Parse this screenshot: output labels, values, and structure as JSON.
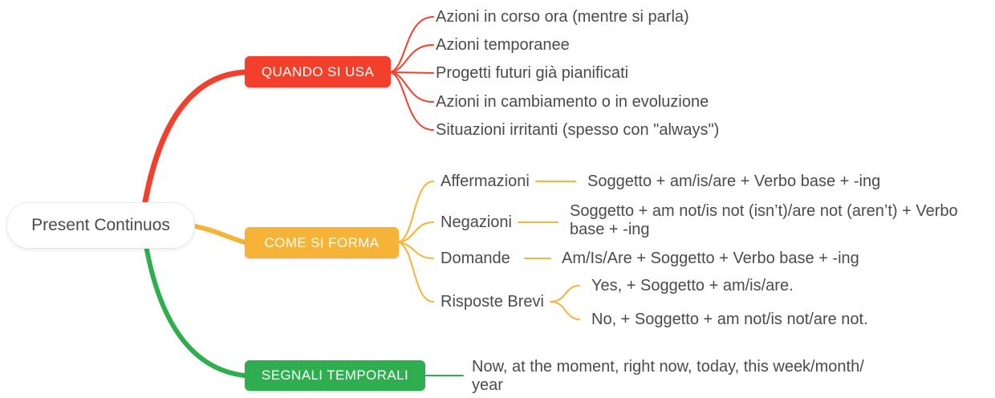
{
  "title": "Present Continuos",
  "colors": {
    "usage_red": "#F2402D",
    "form_orange": "#F5B338",
    "signals_green": "#2EAE4E",
    "leaf_text": "#4B4B4B"
  },
  "branches": {
    "usage": {
      "label": "QUANDO SI USA",
      "items": [
        "Azioni in corso ora (mentre si parla)",
        "Azioni temporanee",
        "Progetti futuri già pianificati",
        "Azioni in cambiamento o in evoluzione",
        "Situazioni irritanti (spesso con \"always\")"
      ]
    },
    "form": {
      "label": "COME SI FORMA",
      "items": [
        {
          "label": "Affermazioni",
          "formula": "Soggetto + am/is/are + Verbo base + -ing"
        },
        {
          "label": "Negazioni",
          "formula": "Soggetto + am not/is not (isn’t)/are not (aren’t) + Verbo base + -ing"
        },
        {
          "label": "Domande",
          "formula": "Am/Is/Are + Soggetto + Verbo base + -ing"
        },
        {
          "label": "Risposte Brevi",
          "answers": [
            "Yes, + Soggetto + am/is/are.",
            "No, + Soggetto + am not/is not/are not."
          ]
        }
      ]
    },
    "signals": {
      "label": "SEGNALI TEMPORALI",
      "text": "Now, at the moment, right now, today, this week/month/ year"
    }
  }
}
